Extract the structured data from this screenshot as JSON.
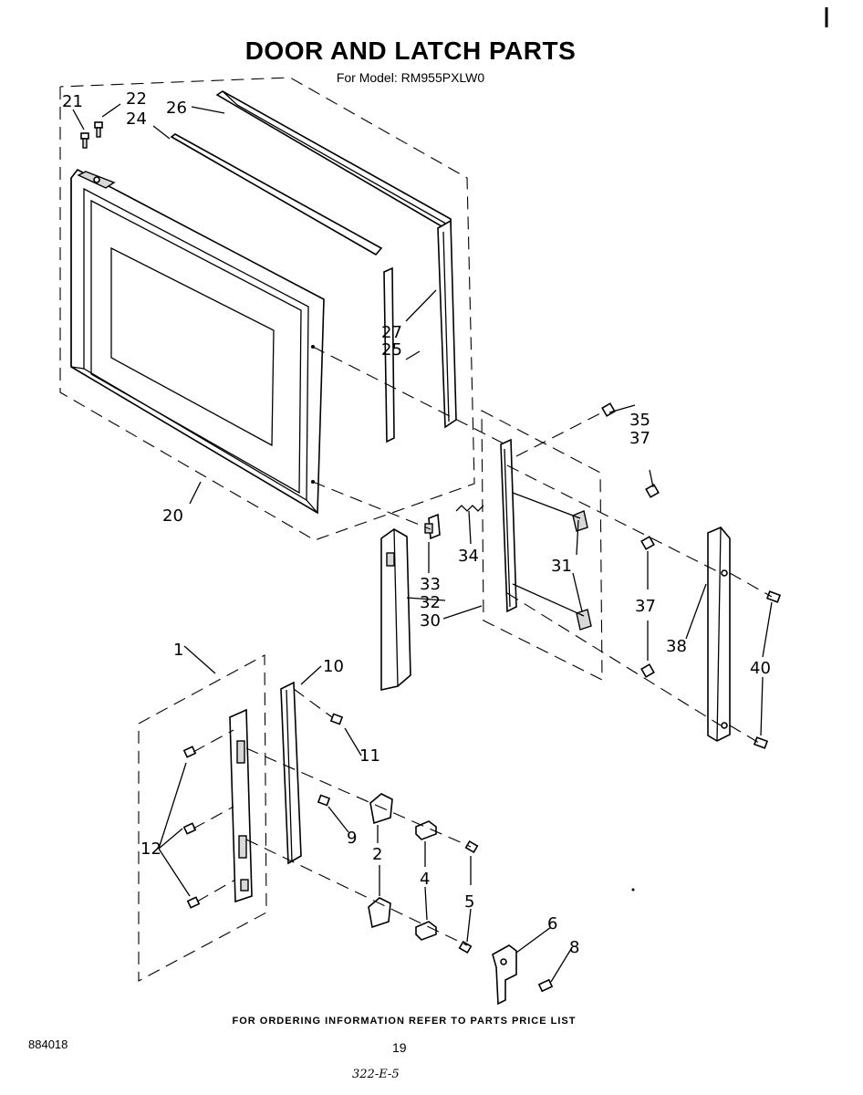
{
  "header": {
    "title": "DOOR AND LATCH PARTS",
    "subtitle": "For Model: RM955PXLW0"
  },
  "footer": {
    "ordering_note": "FOR ORDERING INFORMATION REFER TO PARTS PRICE LIST",
    "document_number": "884018",
    "page_number": "19",
    "handwritten_note": "322-E-5"
  },
  "callouts": {
    "c1": "1",
    "c2": "2",
    "c4": "4",
    "c5": "5",
    "c6": "6",
    "c8": "8",
    "c9": "9",
    "c10": "10",
    "c11": "11",
    "c12": "12",
    "c20": "20",
    "c21": "21",
    "c22": "22",
    "c24": "24",
    "c25": "25",
    "c26": "26",
    "c27": "27",
    "c30": "30",
    "c31": "31",
    "c32": "32",
    "c33": "33",
    "c34": "34",
    "c35": "35",
    "c37a": "37",
    "c37b": "37",
    "c38": "38",
    "c40": "40"
  }
}
